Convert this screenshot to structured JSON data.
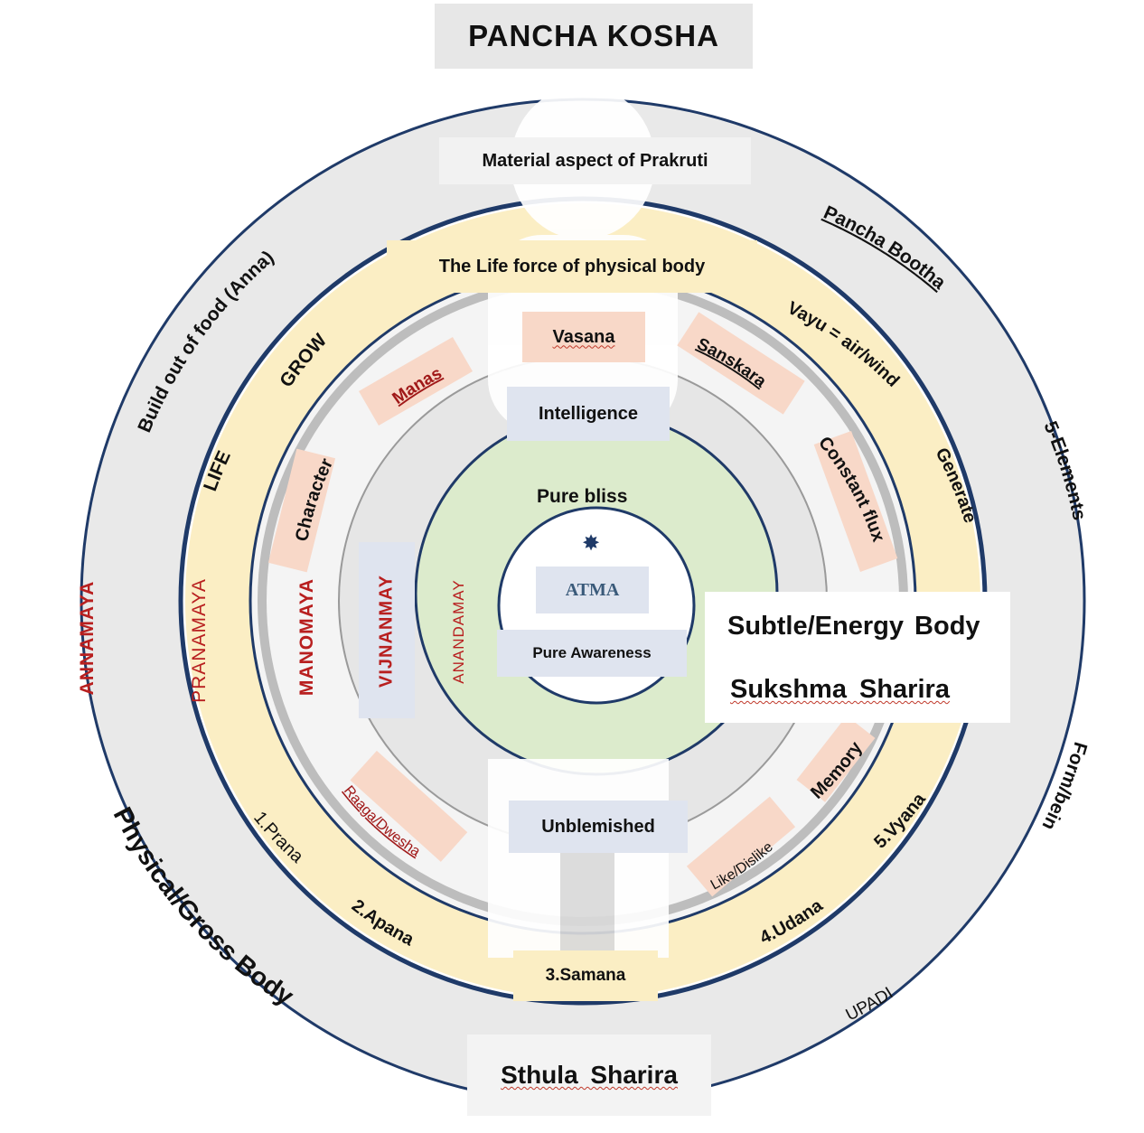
{
  "title": "PANCHA KOSHA",
  "sheaths": {
    "annamaya": "ANNAMAYA",
    "pranamaya": "PRANAMAYA",
    "manomaya": "MANOMAYA",
    "vijnanmay": "VIJNANMAY",
    "anandamay": "ANANDAMAY",
    "atma": "ATMA"
  },
  "outer_ring": {
    "material_aspect": "Material aspect of Prakruti",
    "build_out_of_food": "Build out of food (Anna)",
    "pancha_bootha": "Pancha Bootha",
    "five_elements": "5-Elements",
    "form_being": "Form/being",
    "upadi": "UPADI",
    "physical_gross_body": "Physical/Gross Body",
    "sthula_sharira": "Sthula Sharira"
  },
  "prana_ring": {
    "life_force": "The Life force of physical body",
    "vayu": "Vayu = air/wind",
    "generate": "Generate",
    "grow": "GROW",
    "life": "LIFE",
    "prana": "1.Prana",
    "apana": "2.Apana",
    "samana": "3.Samana",
    "udana": "4.Udana",
    "vyana": "5.Vyana"
  },
  "mind_ring": {
    "vasana": "Vasana",
    "manas": "Manas",
    "sanskara": "Sanskara",
    "character": "Character",
    "constant_flux": "Constant flux",
    "raaga_dwesha": "Raaga/Dwesha",
    "like_dislike": "Like/Dislike",
    "memory": "Memory"
  },
  "intellect": {
    "intelligence": "Intelligence",
    "unblemished": "Unblemished"
  },
  "bliss": {
    "pure_bliss": "Pure bliss",
    "pure_awareness": "Pure Awareness"
  },
  "subtle_body": {
    "line1": "Subtle/Energy Body",
    "line2": "Sukshma Sharira"
  },
  "colors": {
    "outer_ring": "#e9e9e9",
    "navy_line": "#1f3a68",
    "prana_ring": "#fbeec4",
    "mind_box": "#f8d8c8",
    "bliss_ring": "#dcebcc",
    "label_box": "#dfe4ef",
    "red_text": "#b81f1f"
  }
}
